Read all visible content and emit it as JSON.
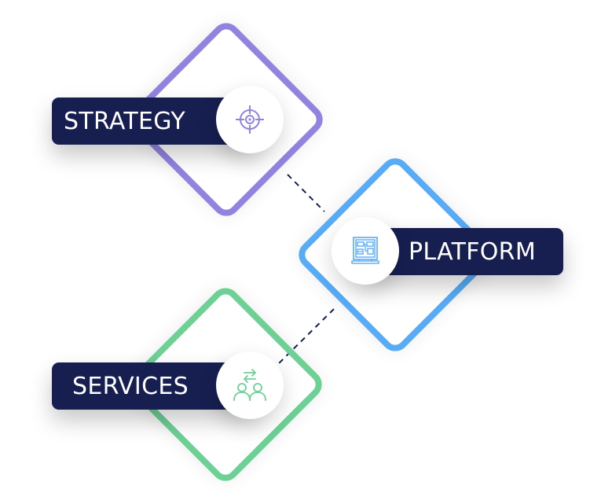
{
  "colors": {
    "strategy": "#9283e0",
    "platform": "#57acf5",
    "services": "#6dd095",
    "label_bg": "#161f50",
    "label_text": "#ffffff",
    "connector": "#161f50"
  },
  "nodes": [
    {
      "id": "strategy",
      "label": "STRATEGY",
      "icon": "target-crosshair-icon"
    },
    {
      "id": "platform",
      "label": "PLATFORM",
      "icon": "monitor-dashboard-icon"
    },
    {
      "id": "services",
      "label": "SERVICES",
      "icon": "people-exchange-icon"
    }
  ],
  "connectors": [
    {
      "from": "strategy",
      "to": "platform",
      "style": "dashed"
    },
    {
      "from": "services",
      "to": "platform",
      "style": "dashed"
    }
  ]
}
